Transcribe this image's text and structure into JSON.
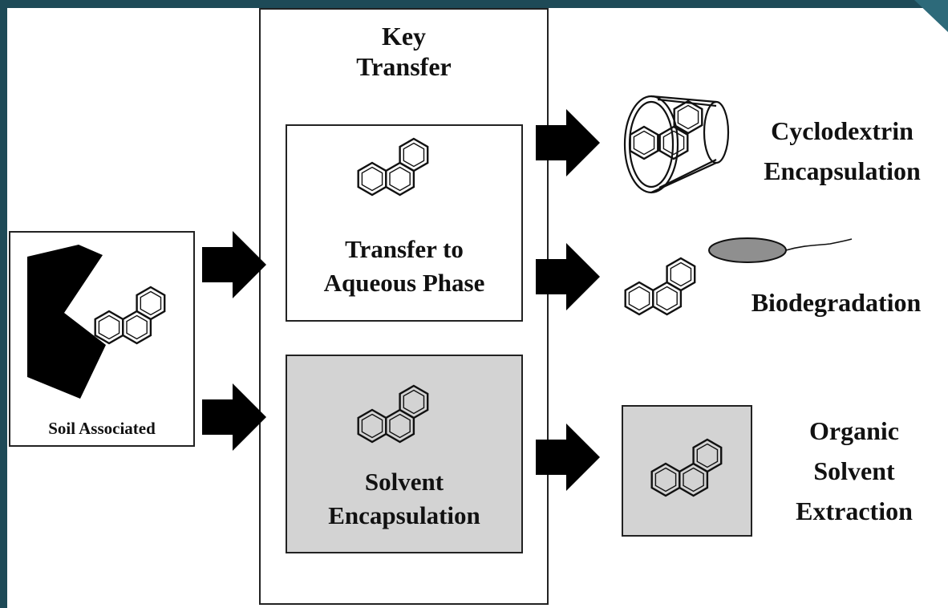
{
  "colors": {
    "frame_border": "#1e4a57",
    "box_fill_gray": "#d3d3d3",
    "ink": "#111111",
    "bacterium_fill": "#8f8f8f"
  },
  "labels": {
    "key_transfer_line1": "Key",
    "key_transfer_line2": "Transfer",
    "transfer_aqueous_line1": "Transfer to",
    "transfer_aqueous_line2": "Aqueous Phase",
    "solvent_encap_line1": "Solvent",
    "solvent_encap_line2": "Encapsulation",
    "soil_associated": "Soil Associated",
    "cyclodextrin_line1": "Cyclodextrin",
    "cyclodextrin_line2": "Encapsulation",
    "biodegradation": "Biodegradation",
    "organic_line1": "Organic",
    "organic_line2": "Solvent",
    "organic_line3": "Extraction"
  },
  "icons": {
    "molecule": "phenanthrene-molecule-icon",
    "soil": "soil-particle-icon",
    "arrow": "right-arrow-icon",
    "cyclodextrin": "cyclodextrin-cone-icon",
    "bacterium": "bacterium-icon"
  }
}
